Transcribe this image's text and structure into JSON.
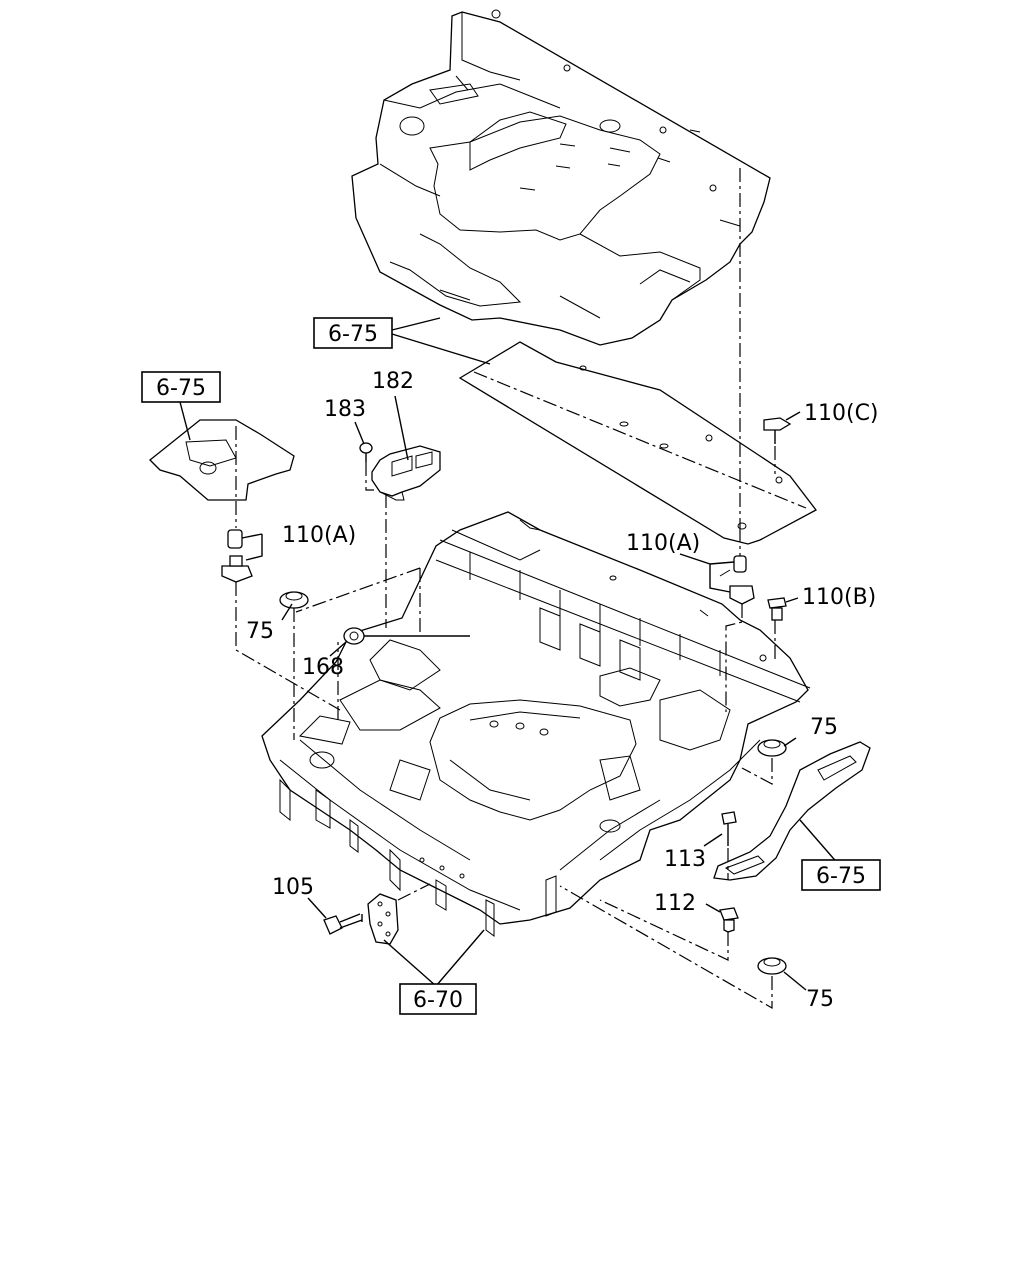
{
  "diagram": {
    "refs": {
      "r1": "6-75",
      "r2": "6-75",
      "r3": "6-75",
      "r4": "6-70"
    },
    "parts": {
      "p182": "182",
      "p183": "183",
      "p110c": "110(C)",
      "p110a_left": "110(A)",
      "p110a_right": "110(A)",
      "p110b": "110(B)",
      "p75_left": "75",
      "p168": "168",
      "p75_right": "75",
      "p113": "113",
      "p112": "112",
      "p105": "105",
      "p75_bottom": "75"
    }
  }
}
